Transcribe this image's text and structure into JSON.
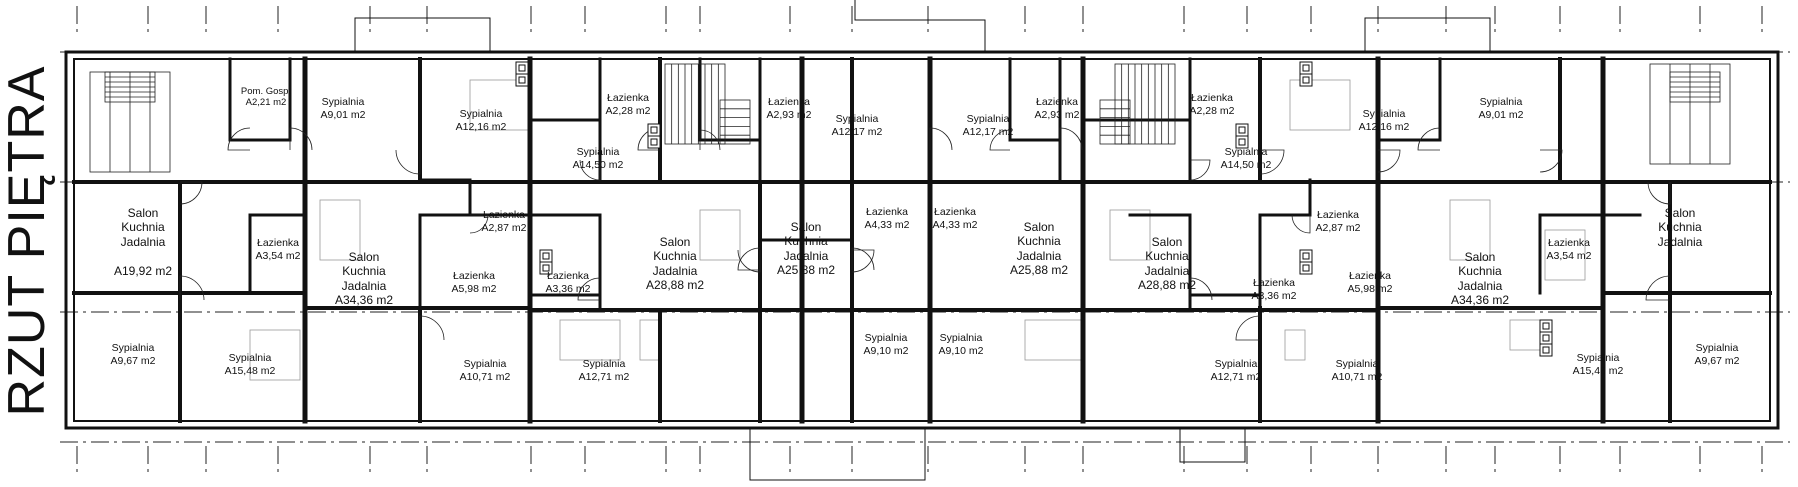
{
  "title": "RZUT PIĘTRA",
  "rooms": [
    {
      "id": "r1",
      "lines": [
        "Salon",
        "Kuchnia",
        "Jadalnia",
        "",
        "A19,92 m2"
      ]
    },
    {
      "id": "r2",
      "lines": [
        "Łazienka",
        "A3,54 m2"
      ]
    },
    {
      "id": "r3",
      "lines": [
        "Sypialnia",
        "A9,67 m2"
      ]
    },
    {
      "id": "r4",
      "lines": [
        "Sypialnia",
        "A15,48 m2"
      ]
    },
    {
      "id": "r5",
      "lines": [
        "Pom. Gosp.",
        "A2,21 m2"
      ]
    },
    {
      "id": "r6",
      "lines": [
        "Sypialnia",
        "A9,01 m2"
      ]
    },
    {
      "id": "r7",
      "lines": [
        "Salon",
        "Kuchnia",
        "Jadalnia",
        "A34,36 m2"
      ]
    },
    {
      "id": "r8",
      "lines": [
        "Sypialnia",
        "A12,16 m2"
      ]
    },
    {
      "id": "r9",
      "lines": [
        "Łazienka",
        "A2,87 m2"
      ]
    },
    {
      "id": "r10",
      "lines": [
        "Łazienka",
        "A5,98 m2"
      ]
    },
    {
      "id": "r11",
      "lines": [
        "Sypialnia",
        "A10,71 m2"
      ]
    },
    {
      "id": "r12",
      "lines": [
        "Łazienka",
        "A2,28 m2"
      ]
    },
    {
      "id": "r13",
      "lines": [
        "Sypialnia",
        "A14,50 m2"
      ]
    },
    {
      "id": "r14",
      "lines": [
        "Łazienka",
        "A3,36 m2"
      ]
    },
    {
      "id": "r15",
      "lines": [
        "Salon",
        "Kuchnia",
        "Jadalnia",
        "A28,88 m2"
      ]
    },
    {
      "id": "r16",
      "lines": [
        "Sypialnia",
        "A12,71 m2"
      ]
    },
    {
      "id": "r17",
      "lines": [
        "Łazienka",
        "A2,93 m2"
      ]
    },
    {
      "id": "r18",
      "lines": [
        "Sypialnia",
        "A12,17 m2"
      ]
    },
    {
      "id": "r19",
      "lines": [
        "Łazienka",
        "A4,33 m2"
      ]
    },
    {
      "id": "r20",
      "lines": [
        "Salon",
        "Kuchnia",
        "Jadalnia",
        "A25,88 m2"
      ]
    },
    {
      "id": "r21",
      "lines": [
        "Sypialnia",
        "A9,10 m2"
      ]
    },
    {
      "id": "r22",
      "lines": [
        "Łazienka",
        "A4,33 m2"
      ]
    },
    {
      "id": "r23",
      "lines": [
        "Sypialnia",
        "A12,17 m2"
      ]
    },
    {
      "id": "r24",
      "lines": [
        "Łazienka",
        "A2,93 m2"
      ]
    },
    {
      "id": "r25",
      "lines": [
        "Salon",
        "Kuchnia",
        "Jadalnia",
        "A25,88 m2"
      ]
    },
    {
      "id": "r26",
      "lines": [
        "Sypialnia",
        "A9,10 m2"
      ]
    },
    {
      "id": "r27",
      "lines": [
        "Łazienka",
        "A2,28 m2"
      ]
    },
    {
      "id": "r28",
      "lines": [
        "Sypialnia",
        "A14,50 m2"
      ]
    },
    {
      "id": "r29",
      "lines": [
        "Salon",
        "Kuchnia",
        "Jadalnia",
        "A28,88 m2"
      ]
    },
    {
      "id": "r30",
      "lines": [
        "Łazienka",
        "A3,36 m2"
      ]
    },
    {
      "id": "r31",
      "lines": [
        "Sypialnia",
        "A12,71 m2"
      ]
    },
    {
      "id": "r32",
      "lines": [
        "Sypialnia",
        "A12,16 m2"
      ]
    },
    {
      "id": "r33",
      "lines": [
        "Łazienka",
        "A2,87 m2"
      ]
    },
    {
      "id": "r34",
      "lines": [
        "Łazienka",
        "A5,98 m2"
      ]
    },
    {
      "id": "r35",
      "lines": [
        "Sypialnia",
        "A10,71 m2"
      ]
    },
    {
      "id": "r36",
      "lines": [
        "Sypialnia",
        "A9,01 m2"
      ]
    },
    {
      "id": "r37",
      "lines": [
        "Salon",
        "Kuchnia",
        "Jadalnia",
        "A34,36 m2"
      ]
    },
    {
      "id": "r38",
      "lines": [
        "Łazienka",
        "A3,54 m2"
      ]
    },
    {
      "id": "r39",
      "lines": [
        "Salon",
        "Kuchnia",
        "Jadalnia"
      ]
    },
    {
      "id": "r40",
      "lines": [
        "Sypialnia",
        "A15,48 m2"
      ]
    },
    {
      "id": "r41",
      "lines": [
        "Sypialnia",
        "A9,67 m2"
      ]
    }
  ]
}
